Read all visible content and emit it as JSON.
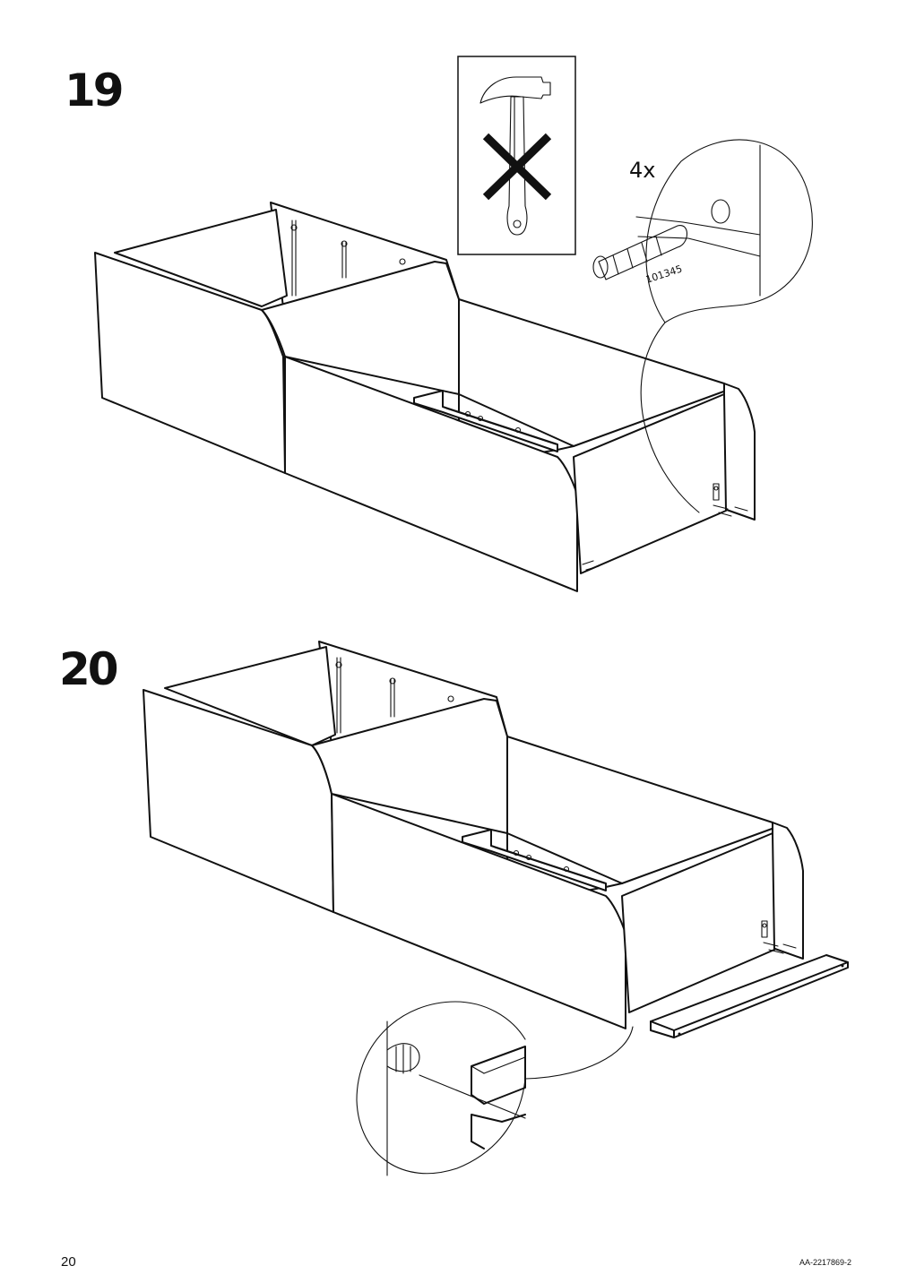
{
  "steps": [
    {
      "number": "19",
      "quantity": "4x",
      "part_number": "101345"
    },
    {
      "number": "20"
    }
  ],
  "tool_warning": {
    "tool": "hammer-icon",
    "status": "not-allowed"
  },
  "footer": {
    "page_number": "20",
    "document_code": "AA-2217869-2"
  }
}
